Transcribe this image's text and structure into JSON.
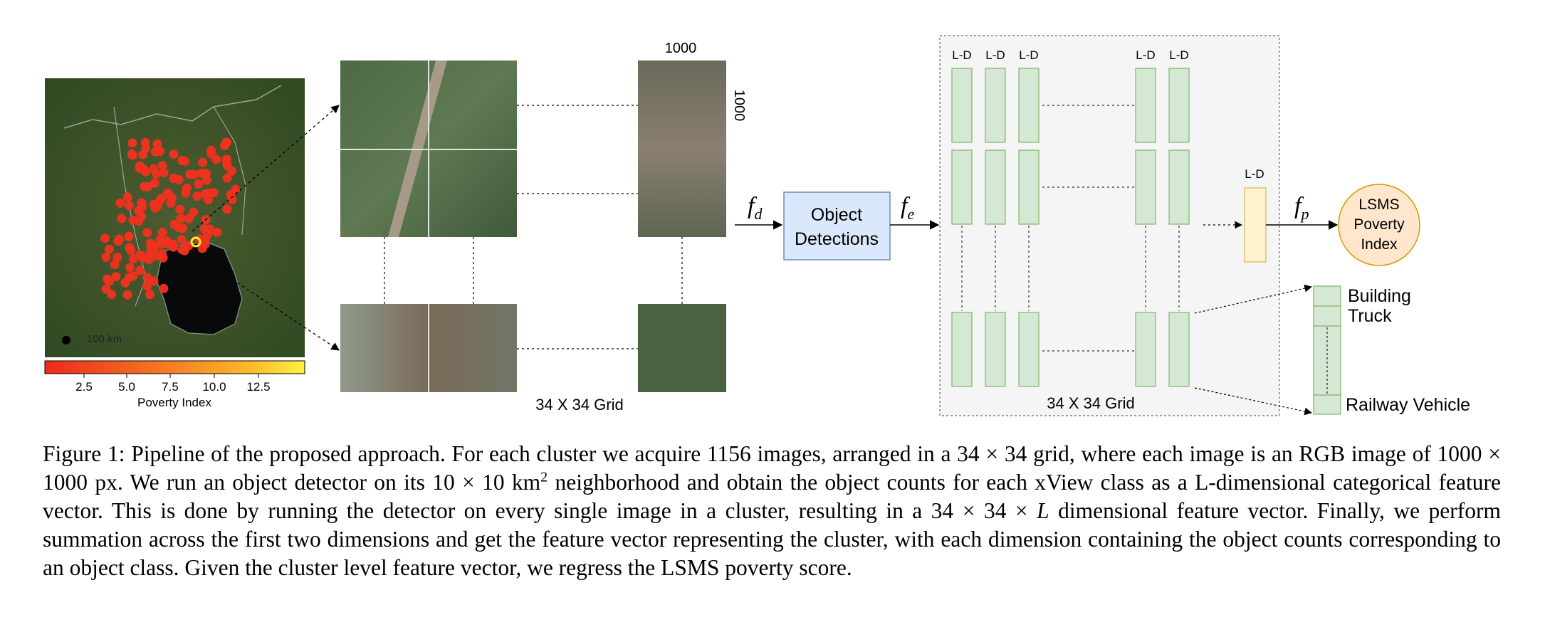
{
  "figure": {
    "map": {
      "colorbar_ticks": [
        "2.5",
        "5.0",
        "7.5",
        "10.0",
        "12.5"
      ],
      "colorbar_label": "Poverty Index",
      "scale_label": "100 km",
      "colorbar_colors": [
        "#ee2a1c",
        "#f25d1f",
        "#f78a26",
        "#fbbc2c",
        "#fdf243"
      ]
    },
    "grid1": {
      "label": "34 X 34 Grid",
      "width_label": "1000",
      "height_label": "1000"
    },
    "detector": {
      "f_d": "f",
      "f_d_sub": "d",
      "line1": "Object",
      "line2": "Detections",
      "f_e": "f",
      "f_e_sub": "e"
    },
    "grid2": {
      "label": "34 X 34 Grid",
      "column_labels": [
        "L-D",
        "L-D",
        "L-D",
        "L-D",
        "L-D"
      ],
      "sum_label": "L-D"
    },
    "output": {
      "f_p": "f",
      "f_p_sub": "p",
      "line1": "LSMS",
      "line2": "Poverty",
      "line3": "Index"
    },
    "classes": [
      "Building",
      "Truck",
      "Railway Vehicle"
    ],
    "colors": {
      "detector_fill": "#dae8fc",
      "detector_stroke": "#6c8ebf",
      "cell_fill": "#d5e8d4",
      "cell_stroke": "#82b366",
      "sum_fill": "#fff2cc",
      "sum_stroke": "#d6b656",
      "output_fill": "#ffe6cc",
      "output_stroke": "#d79b00"
    }
  },
  "caption": {
    "figure_label": "Figure 1:",
    "t1": " Pipeline of the proposed approach. For each cluster we acquire ",
    "n1156": "1156",
    "t2": " images, arranged in a ",
    "grid_a": "34 × 34",
    "t3": " grid, where each image is an RGB image of ",
    "px_dim": "1000 × 1000",
    "t4": " px. We run an object detector on its ",
    "km_dim": "10 × 10 km",
    "km_sup": "2",
    "t5": " neighborhood and obtain the object counts for each xView class as a L-dimensional categorical feature vector. This is done by running the detector on every single image in a cluster, resulting in a ",
    "grid_b": "34 × 34 × ",
    "L": "L",
    "t6": " dimensional feature vector. Finally, we perform summation across the first two dimensions and get the feature vector representing the cluster, with each dimension containing the object counts corresponding to an object class. Given the cluster level feature vector, we regress the LSMS poverty score."
  }
}
